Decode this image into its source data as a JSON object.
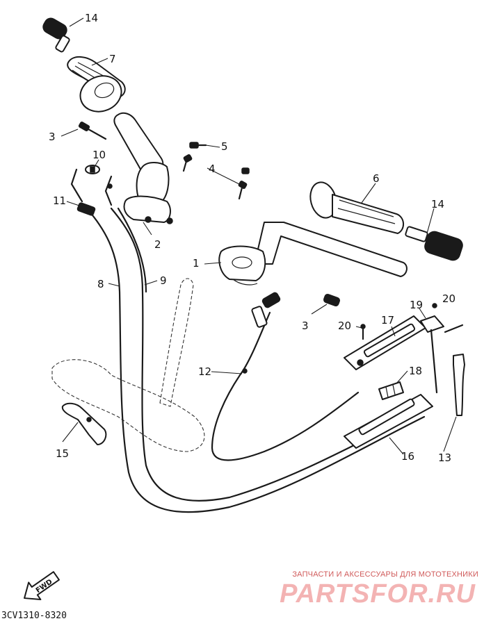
{
  "diagram": {
    "callouts": [
      "14",
      "7",
      "3",
      "10",
      "11",
      "5",
      "4",
      "2",
      "6",
      "14",
      "1",
      "8",
      "9",
      "3",
      "19",
      "20",
      "20",
      "17",
      "12",
      "18",
      "15",
      "16",
      "13"
    ],
    "direction_label": "FWD",
    "code": "3CV1310-8320"
  },
  "watermark": {
    "tagline": "ЗАПЧАСТИ И АКСЕССУАРЫ ДЛЯ МОТОТЕХНИКИ",
    "brand": "PARTSFOR.RU"
  }
}
